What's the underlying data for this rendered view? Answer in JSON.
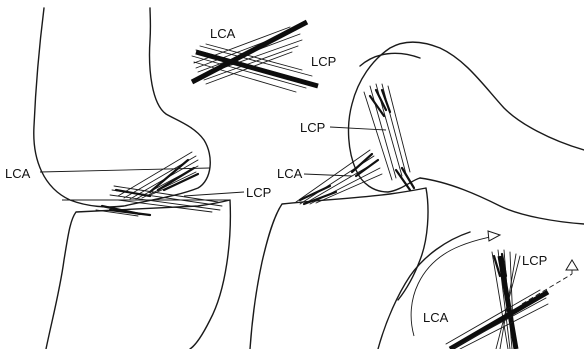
{
  "labels": {
    "top_lca": "LCA",
    "top_lcp": "LCP",
    "left_lca": "LCA",
    "left_lcp": "LCP",
    "mid_lcp": "LCP",
    "mid_lca": "LCA",
    "br_lcp": "LCP",
    "br_lca": "LCA"
  }
}
